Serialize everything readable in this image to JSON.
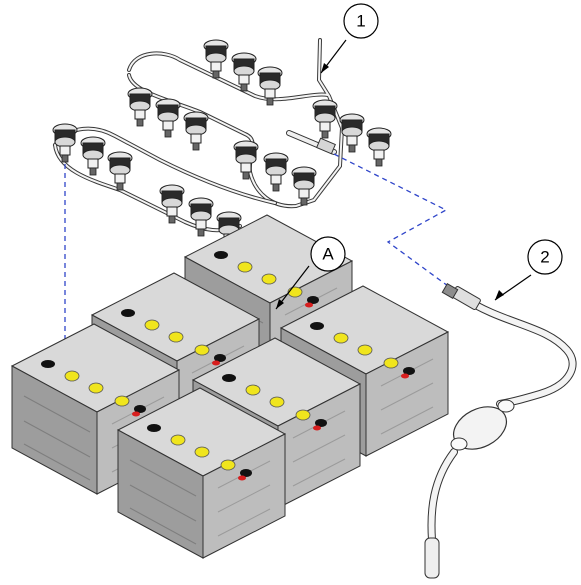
{
  "callouts": {
    "one": "1",
    "two": "2",
    "a": "A"
  },
  "colors": {
    "battery_top": "#d6d6d6",
    "battery_front": "#a9a9a9",
    "battery_side": "#8f8f8f",
    "cap_yellow": "#f2ea1c",
    "terminal_red": "#d81e1e",
    "dashed_blue": "#2f45c9",
    "tube": "#f4f4f4",
    "outline": "#2a2a2a"
  },
  "icons": {
    "battery": "battery-icon",
    "water_fill_valve": "water-fill-valve-icon",
    "squeeze_bulb": "squeeze-bulb-icon"
  }
}
